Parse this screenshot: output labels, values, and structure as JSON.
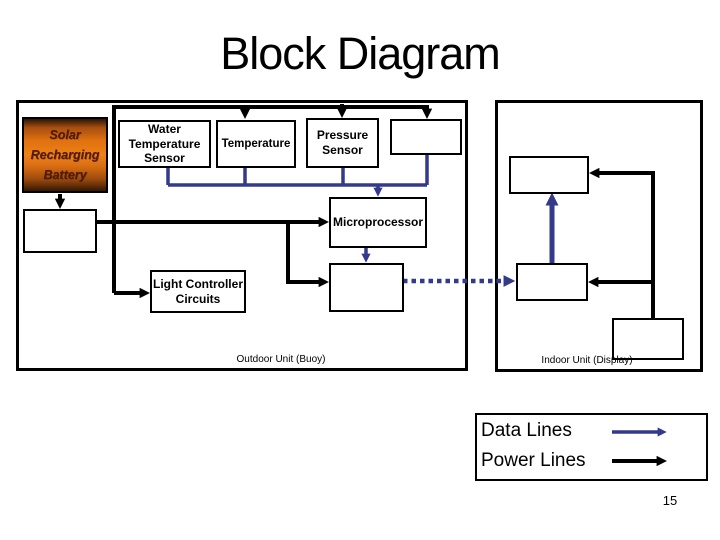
{
  "slide": {
    "title": "Block Diagram",
    "page_number": "15"
  },
  "colors": {
    "data_line": "#333a8c",
    "power_line": "#000000",
    "solar_box_text": "#551a06",
    "solar_box_orange": "#ee8119"
  },
  "outdoor": {
    "label": "Outdoor Unit (Buoy)",
    "solar_battery": "Solar Recharging Battery",
    "water_temp_sensor": "Water Temperature Sensor",
    "temperature_sensor": "Temperature",
    "pressure_sensor": "Pressure Sensor",
    "microprocessor": "Microprocessor",
    "light_controller": "Light Controller Circuits"
  },
  "indoor": {
    "label": "Indoor Unit (Display)"
  },
  "legend": {
    "data_lines": "Data Lines",
    "power_lines": "Power Lines"
  }
}
